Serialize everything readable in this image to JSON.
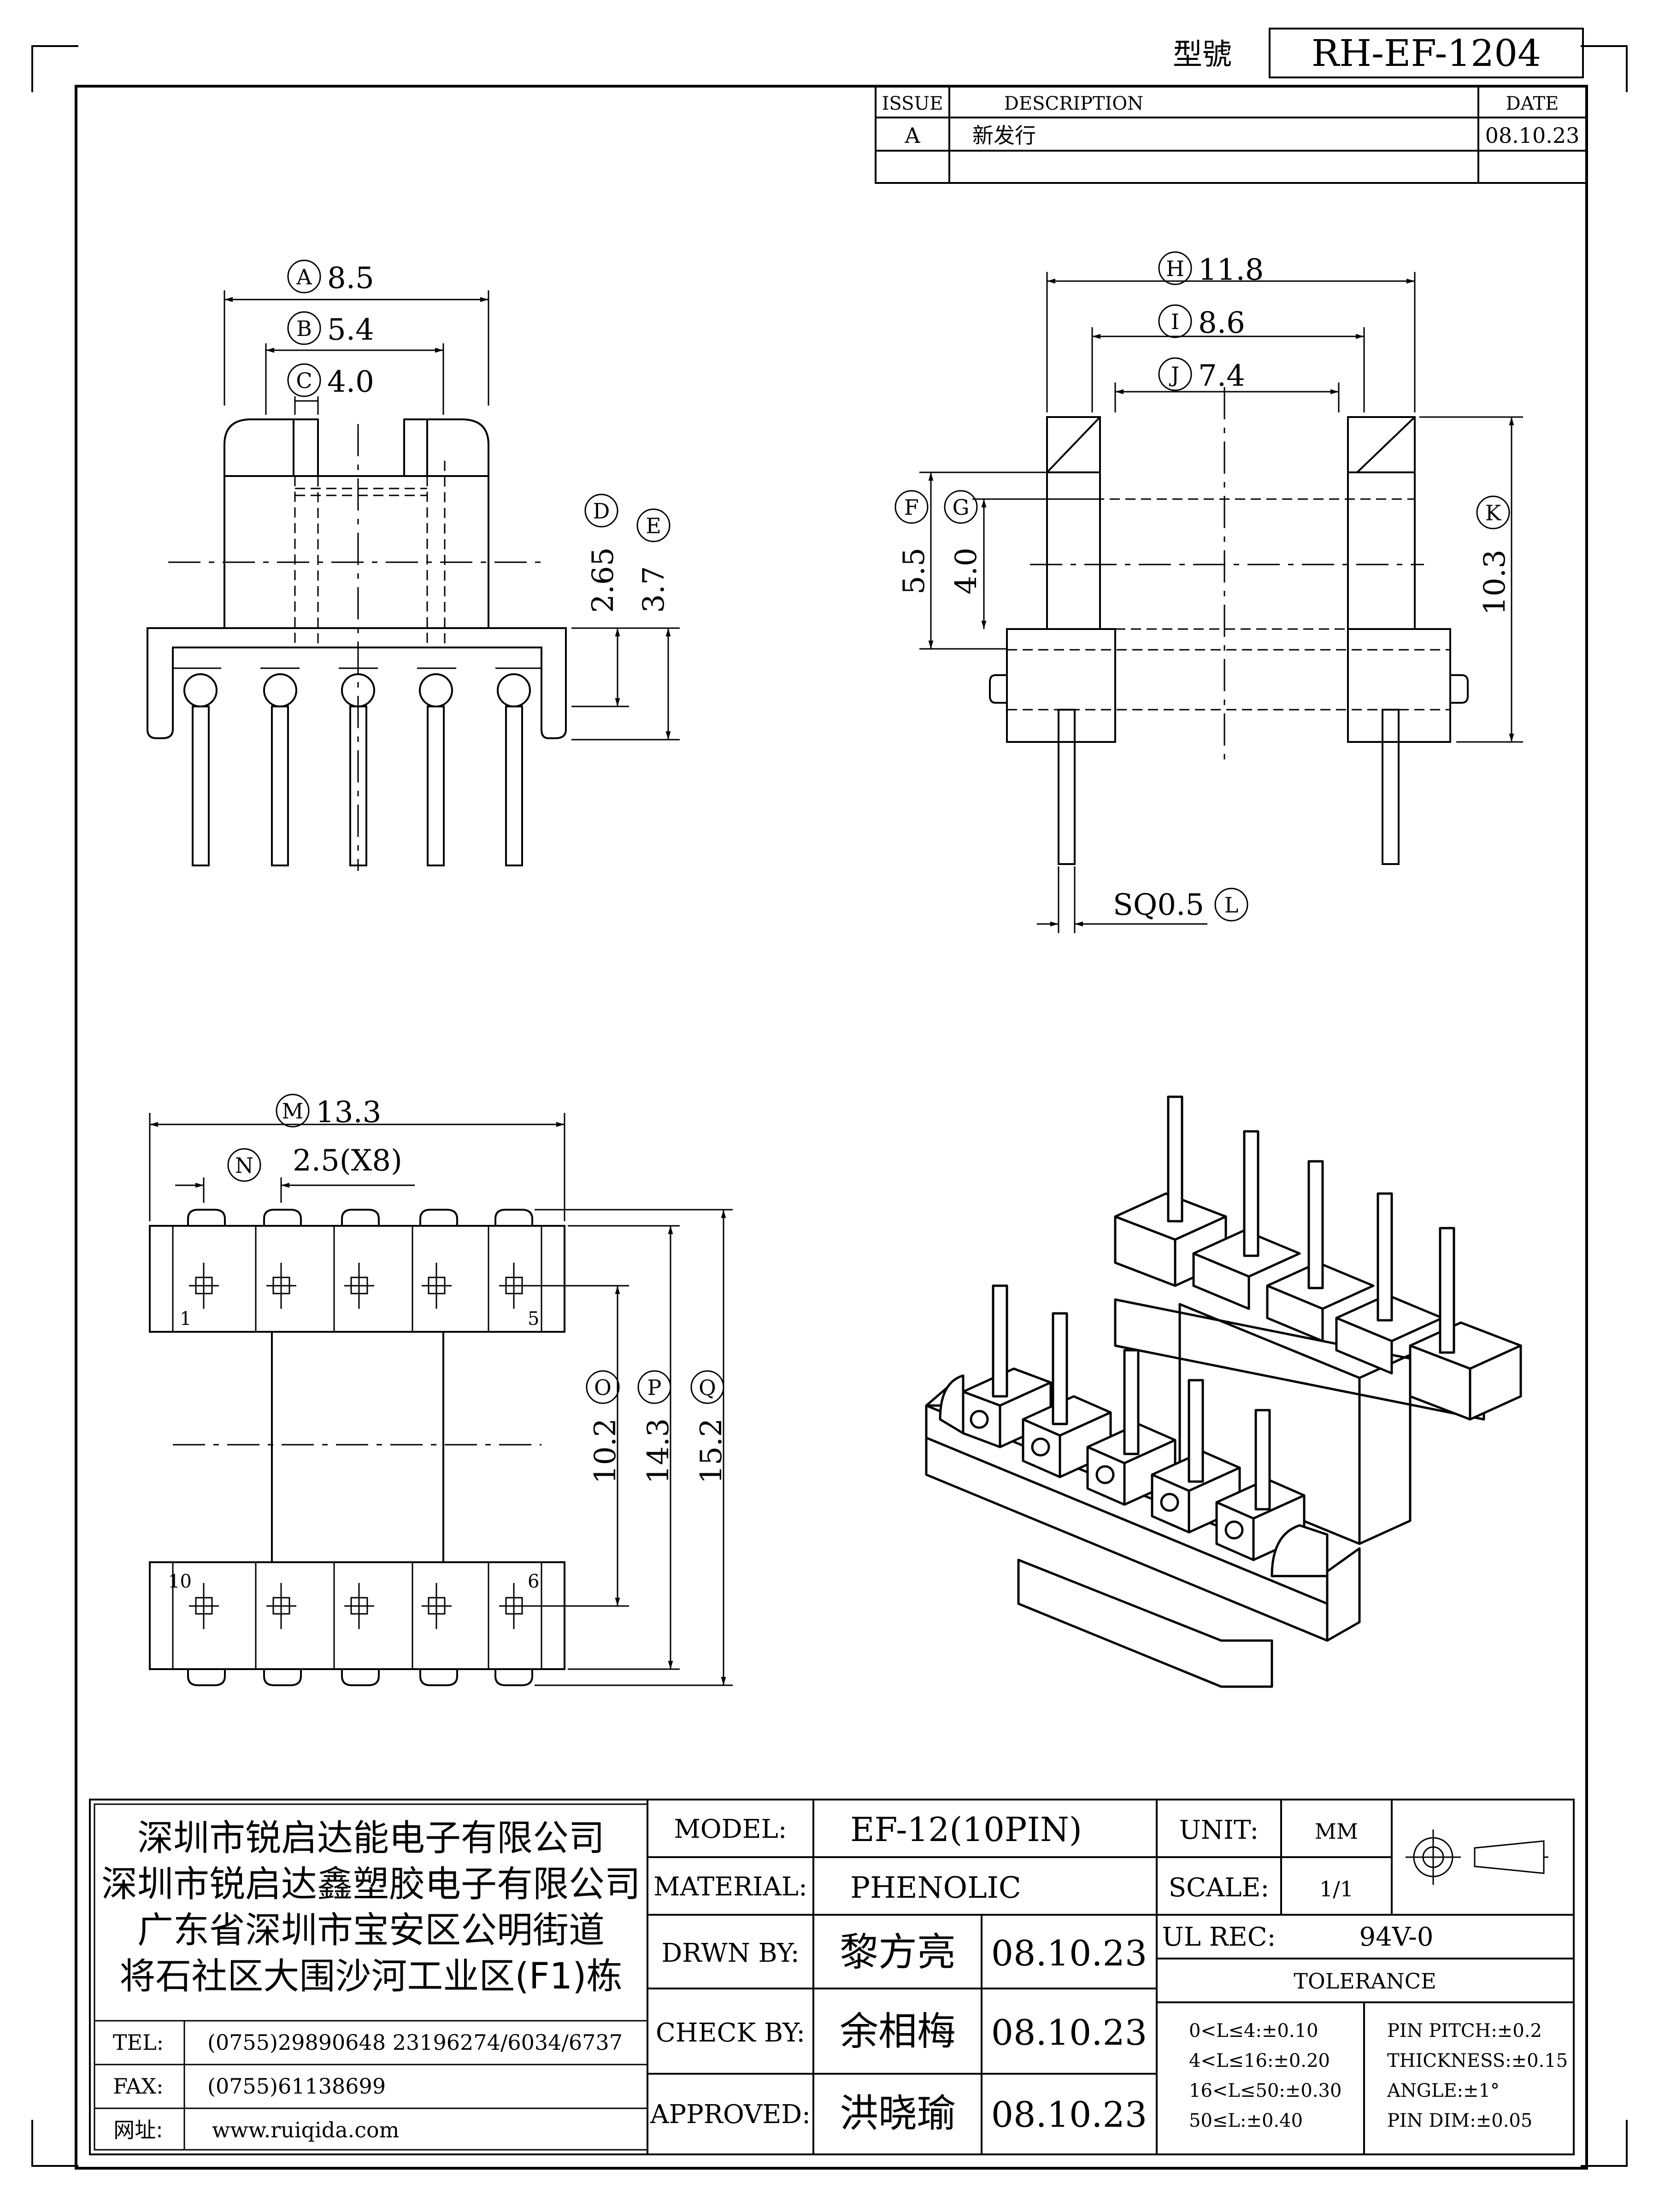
{
  "header": {
    "model_label": "型號",
    "part_number": "RH-EF-1204"
  },
  "revision_table": {
    "col_issue": "ISSUE",
    "col_description": "DESCRIPTION",
    "col_date": "DATE",
    "rows": [
      {
        "issue": "A",
        "description": "新发行",
        "date": "08.10.23"
      }
    ]
  },
  "dimensions": {
    "front": {
      "A": "8.5",
      "B": "5.4",
      "C": "4.0",
      "D": "2.65",
      "E": "3.7"
    },
    "side": {
      "H": "11.8",
      "I": "8.6",
      "J": "7.4",
      "F": "5.5",
      "G": "4.0",
      "K": "10.3",
      "L": "SQ0.5"
    },
    "bottom": {
      "M": "13.3",
      "N": "2.5(X8)",
      "O": "10.2",
      "P": "14.3",
      "Q": "15.2",
      "pin_labels": [
        "1",
        "5",
        "10",
        "6"
      ]
    }
  },
  "company": {
    "lines": [
      "深圳市锐启达能电子有限公司",
      "深圳市锐启达鑫塑胶电子有限公司",
      "广东省深圳市宝安区公明街道",
      "将石社区大围沙河工业区(F1)栋"
    ],
    "tel_label": "TEL:",
    "tel": "(0755)29890648   23196274/6034/6737",
    "fax_label": "FAX:",
    "fax": "(0755)61138699",
    "web_label": "网址:",
    "web": "www.ruiqida.com"
  },
  "title_block": {
    "model_label": "MODEL:",
    "model": "EF-12(10PIN)",
    "material_label": "MATERIAL:",
    "material": "PHENOLIC",
    "drawn_label": "DRWN BY:",
    "drawn_by": "黎方亮",
    "drawn_date": "08.10.23",
    "check_label": "CHECK BY:",
    "check_by": "余相梅",
    "check_date": "08.10.23",
    "approved_label": "APPROVED:",
    "approved_by": "洪晓瑜",
    "approved_date": "08.10.23",
    "unit_label": "UNIT:",
    "unit": "MM",
    "scale_label": "SCALE:",
    "scale": "1/1",
    "ul_label": "UL REC:",
    "ul": "94V-0",
    "tolerance_label": "TOLERANCE",
    "tolerances_left": [
      "0<L≤4:±0.10",
      "4<L≤16:±0.20",
      "16<L≤50:±0.30",
      "50≤L:±0.40"
    ],
    "tolerances_right": [
      "PIN PITCH:±0.2",
      "THICKNESS:±0.15",
      "ANGLE:±1°",
      "PIN DIM:±0.05"
    ]
  }
}
